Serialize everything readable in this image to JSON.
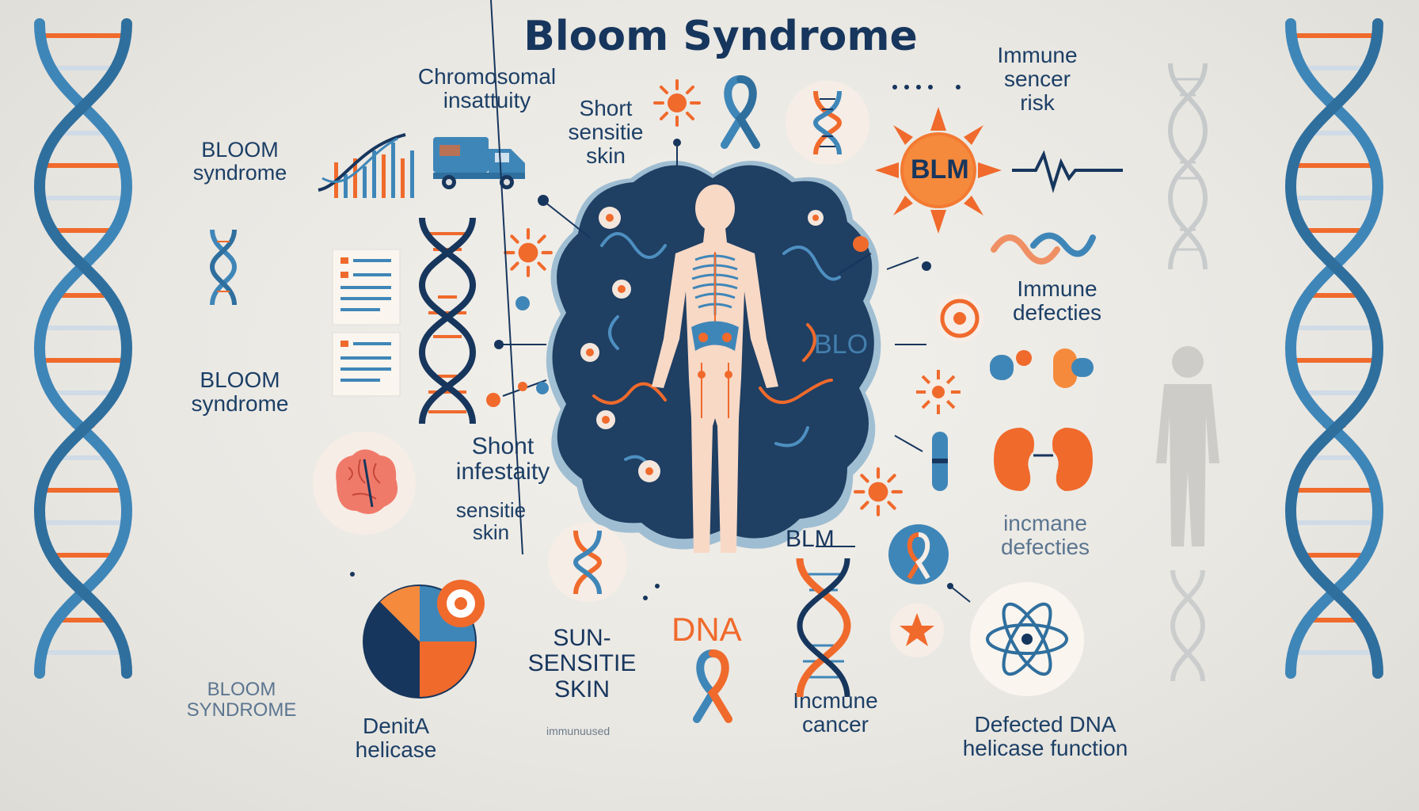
{
  "title": "Bloom Syndrome",
  "labels": {
    "chromosomal": "Chromosomal\ninsattuity",
    "short_sensitive": "Short\nsensitie\nskin",
    "immune_sencer": "Immune\nsencer\nrisk",
    "bloom_1": "BLOOM\nsyndrome",
    "bloom_2": "BLOOM\nsyndrome",
    "bloom_3": "BLOOM\nSYNDROME",
    "blm_sun": "BLM",
    "immune_defecties": "Immune\ndefecties",
    "shont_infestaity": "Shont\ninfestaity",
    "sensitie_skin": "sensitie\nskin",
    "body_blo": "BLO",
    "blm_mid": "BLM",
    "incmane_defecties": "incmane\ndefecties",
    "sun_sensitie": "SUN-\nSENSITIE\nSKIN",
    "dna": "DNA",
    "incmune_cancer": "Incmune\ncancer",
    "denita": "DenitA\nhelicase",
    "defected_dna": "Defected DNA\nhelicase function",
    "tiny": "immunuused"
  },
  "colors": {
    "navy": "#17365d",
    "blue": "#3f86b8",
    "orange": "#f06a2c",
    "skin": "#f8d9c6",
    "background": "#ebe9e4"
  },
  "icons": [
    "dna-helix-icon",
    "awareness-ribbon-icon",
    "sun-icon",
    "delivery-truck-icon",
    "bar-chart-icon",
    "document-icon",
    "brain-icon",
    "pie-chart-icon",
    "kidney-icon",
    "atom-icon",
    "heartbeat-icon",
    "human-body-icon",
    "bacteria-icon",
    "target-icon"
  ]
}
